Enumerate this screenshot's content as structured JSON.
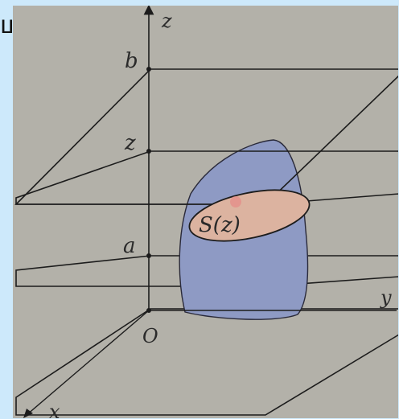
{
  "page_fragment": "ш",
  "figure": {
    "labels": {
      "z_axis": "z",
      "b": "b",
      "z": "z",
      "a": "a",
      "origin": "O",
      "y_axis": "y",
      "x_axis": "x",
      "section": "S(z)"
    },
    "colors": {
      "paper": "#b3b1a9",
      "body": "#8e9ac4",
      "section": "#dcb3a0",
      "lines": "#1c1c1c",
      "frame": "#cde9fb"
    }
  }
}
